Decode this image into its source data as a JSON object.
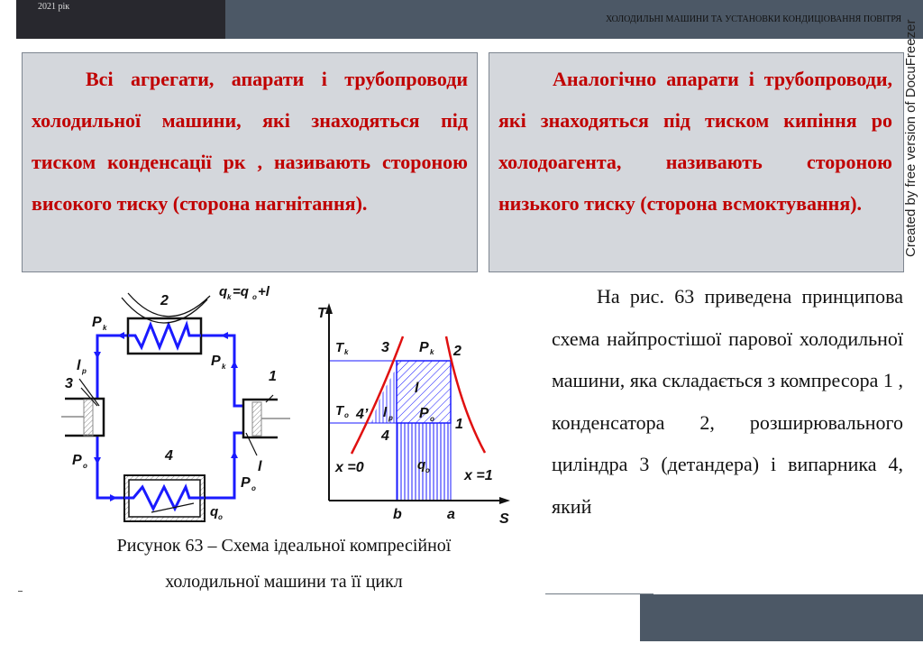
{
  "header": {
    "year": "2021 рік",
    "title": "ХОЛОДИЛЬНІ МАШИНИ ТА УСТАНОВКИ КОНДИЦІОВАННЯ ПОВІТРЯ"
  },
  "watermark": "Created by free version of DocuFreezer",
  "box_left": "Всі агрегати, апарати і трубопроводи холодильної машини, які знаходяться під тиском конденсації рк , називають стороною високого тиску (сторона нагнітання).",
  "box_right": "Аналогічно апарати і трубопроводи, які знаходяться під тиском кипіння ро холодоагента, називають стороною низького тиску (сторона всмоктування).",
  "paragraph": "На рис. 63 приведена принципова схема найпростішої парової холодильної машини, яка складається з компресора 1 , конденсатора 2, розширювального циліндра 3 (детандера) і випарника 4, який",
  "figure": {
    "caption_line1": "Рисунок 63  – Схема ідеальної компресійної",
    "caption_line2": "холодильної машини та її цикл",
    "scheme_labels": {
      "qk": "q",
      "qk_sub": "k",
      "eq": "=q",
      "eq_sub": "o",
      "plus": "+l",
      "n2": "2",
      "n1": "1",
      "n3": "3",
      "n4": "4",
      "pk": "P",
      "k": "k",
      "po": "P",
      "o": "o",
      "lp": "l",
      "p": "p",
      "l": "l",
      "qo": "q"
    },
    "ts_labels": {
      "T": "T",
      "S": "S",
      "Tk": "T",
      "To": "T",
      "p3": "3",
      "p2": "2",
      "p1": "1",
      "p4": "4",
      "p4prime": "4’",
      "b": "b",
      "a": "a",
      "x0": "x =0",
      "x1": "x =1",
      "l": "l",
      "lp": "l",
      "qo": "q"
    },
    "colors": {
      "flow": "#1a1aff",
      "saturation": "#e01010"
    }
  }
}
